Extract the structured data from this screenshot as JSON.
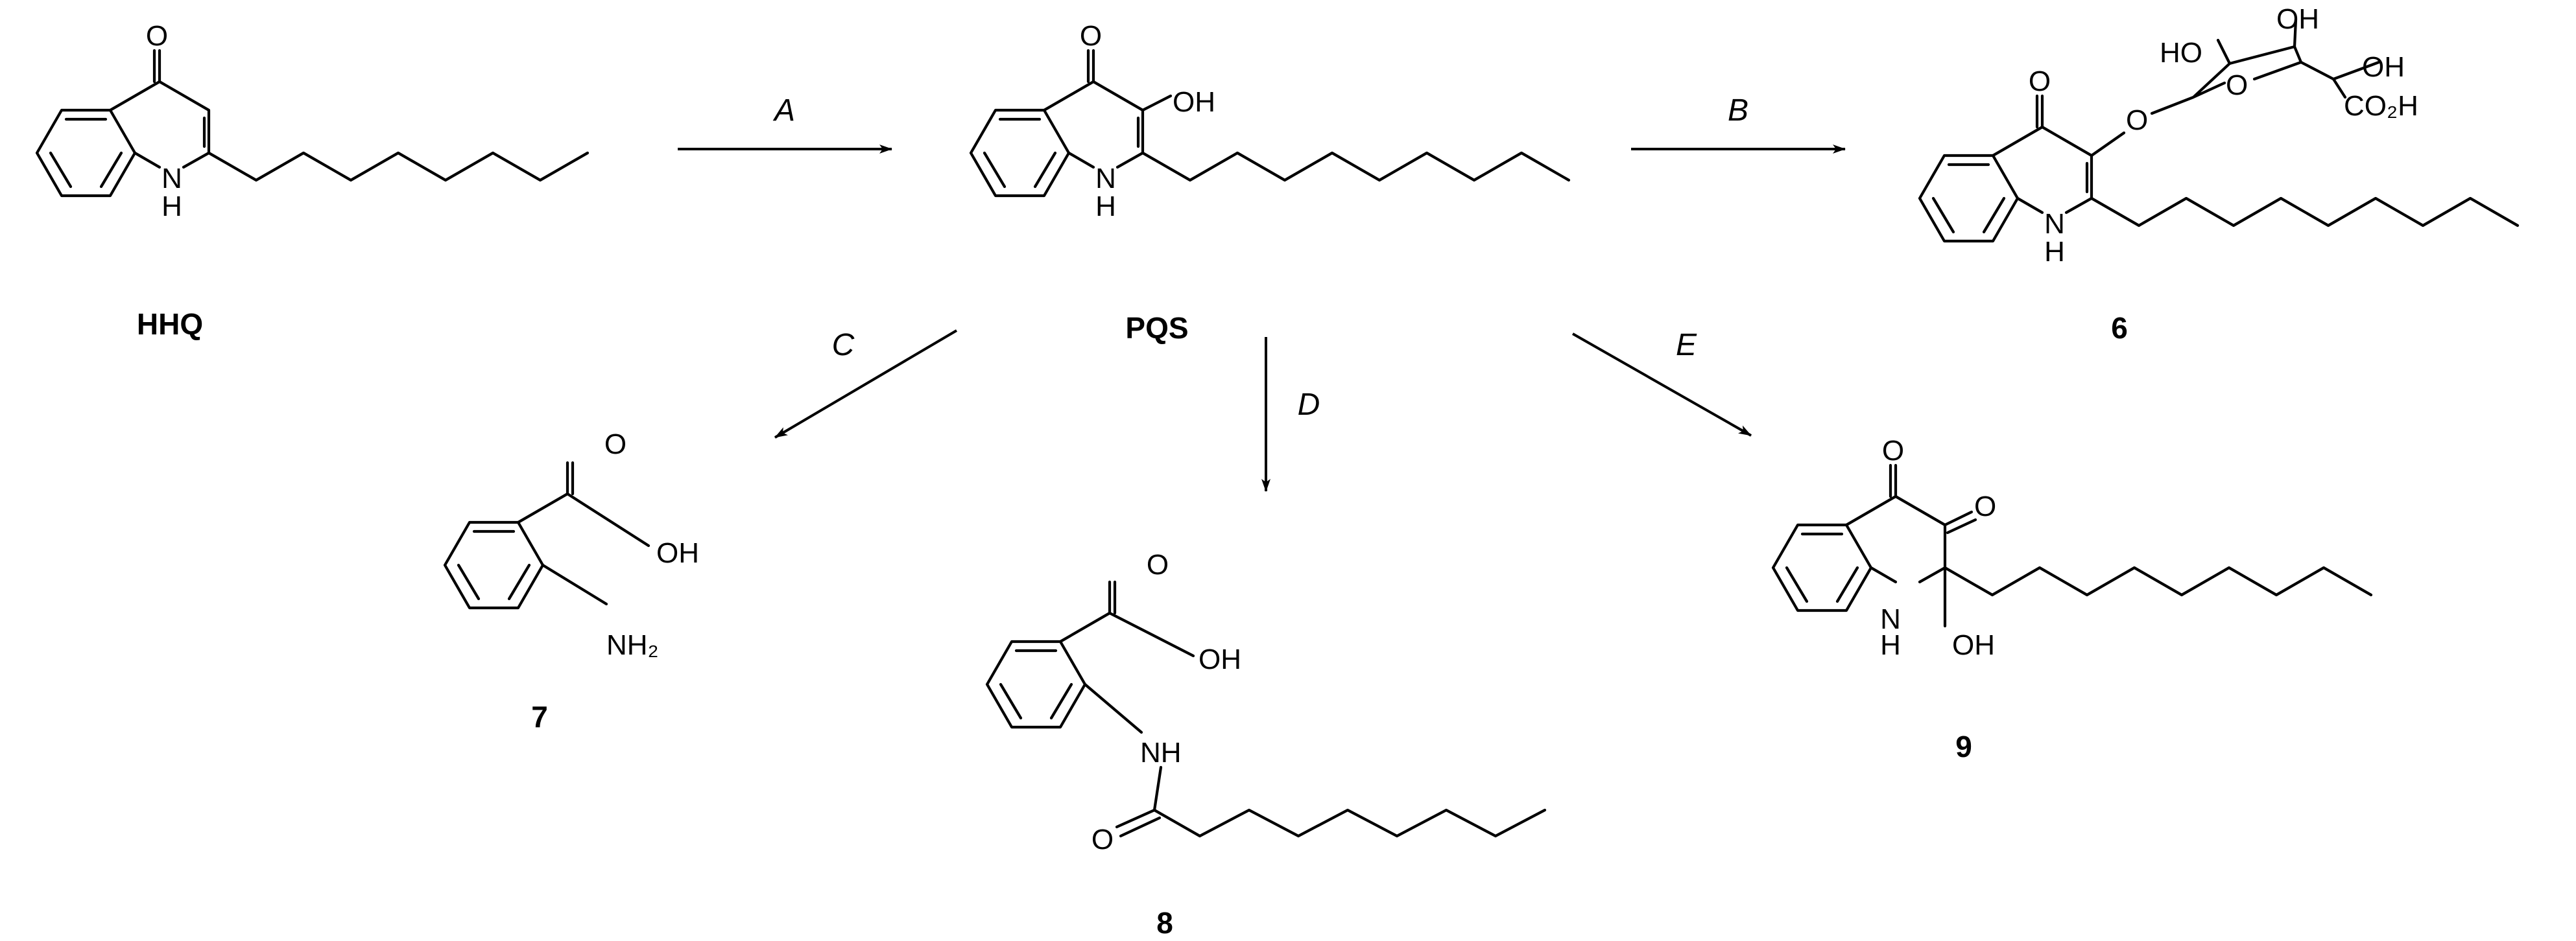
{
  "compounds": {
    "hhq": {
      "label": "HHQ",
      "atoms": {
        "o": "O",
        "nh": "N",
        "h": "H"
      }
    },
    "pqs": {
      "label": "PQS",
      "atoms": {
        "o": "O",
        "oh": "OH",
        "nh": "N",
        "h": "H"
      }
    },
    "c6": {
      "label": "6",
      "atoms": {
        "o": "O",
        "o_link": "O",
        "o_ring": "O",
        "ho": "HO",
        "oh1": "OH",
        "oh2": "OH",
        "co2h": "CO₂H",
        "nh": "N",
        "h": "H"
      }
    },
    "c7": {
      "label": "7",
      "atoms": {
        "o": "O",
        "oh": "OH",
        "nh2": "NH₂"
      }
    },
    "c8": {
      "label": "8",
      "atoms": {
        "o": "O",
        "oh": "OH",
        "nh": "NH",
        "o_amide": "O"
      }
    },
    "c9": {
      "label": "9",
      "atoms": {
        "o1": "O",
        "o2": "O",
        "n": "N",
        "h": "H",
        "oh": "OH"
      }
    }
  },
  "steps": {
    "a": "A",
    "b": "B",
    "c": "C",
    "d": "D",
    "e": "E"
  }
}
